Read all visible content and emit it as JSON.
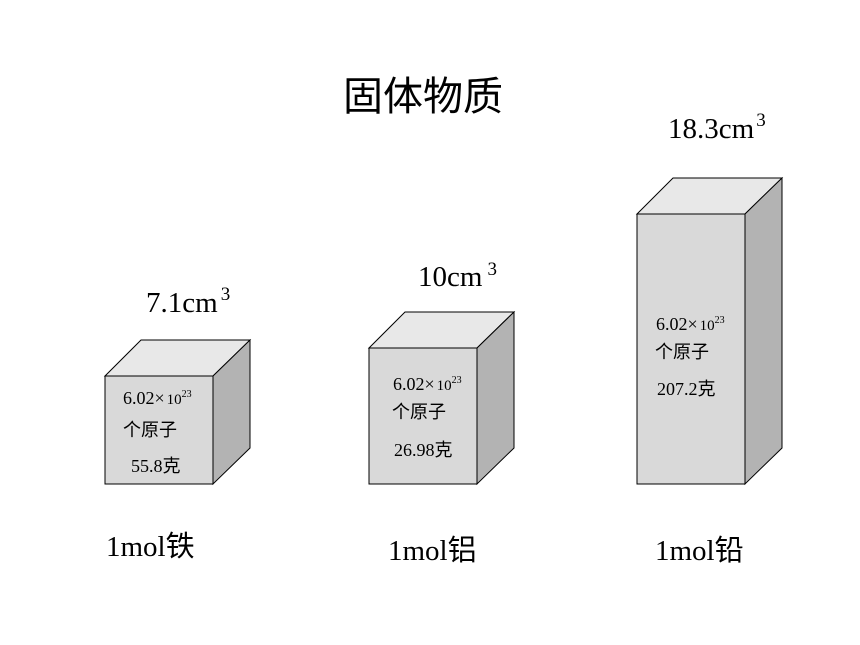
{
  "title": "固体物质",
  "colors": {
    "front_face": "#d9d9d9",
    "top_face": "#e8e8e8",
    "side_face": "#b3b3b3",
    "outline": "#000000"
  },
  "blocks": [
    {
      "volume_value": "7.1cm",
      "volume_exponent": "3",
      "count_coefficient": "6.02×",
      "count_base": "10",
      "count_exponent": "23",
      "count_unit": "个原子",
      "mass": "55.8克",
      "caption": "1mol铁"
    },
    {
      "volume_value": "10cm",
      "volume_exponent": "3",
      "count_coefficient": "6.02×",
      "count_base": "10",
      "count_exponent": "23",
      "count_unit": "个原子",
      "mass": "26.98克",
      "caption": "1mol铝"
    },
    {
      "volume_value": "18.3cm",
      "volume_exponent": "3",
      "count_coefficient": "6.02×",
      "count_base": "10",
      "count_exponent": "23",
      "count_unit": "个原子",
      "mass": "207.2克",
      "caption": "1mol铅"
    }
  ]
}
